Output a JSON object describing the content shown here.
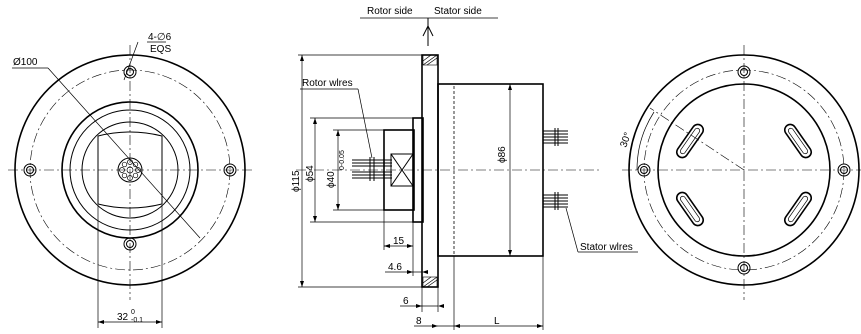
{
  "labels": {
    "rotor_side": "Rotor side",
    "stator_side": "Stator  side",
    "holes_count": "4-∅6",
    "holes_eqs": "EQS",
    "diameter_100": "Ø100",
    "dim_32": "32",
    "dim_32_tol_upper": "0",
    "dim_32_tol_lower": "-0.1",
    "rotor_wires": "Rotor wlres",
    "dim_115": "ϕ115",
    "dim_54": "ϕ54",
    "dim_40": "ϕ40",
    "dim_40_tol": "0-0.05",
    "dim_86": "ϕ86",
    "dim_15": "15",
    "dim_4_6": "4.6",
    "dim_6": "6",
    "dim_8": "8",
    "dim_L": "L",
    "stator_wires": "Stator wlres",
    "angle_30": "30°"
  }
}
